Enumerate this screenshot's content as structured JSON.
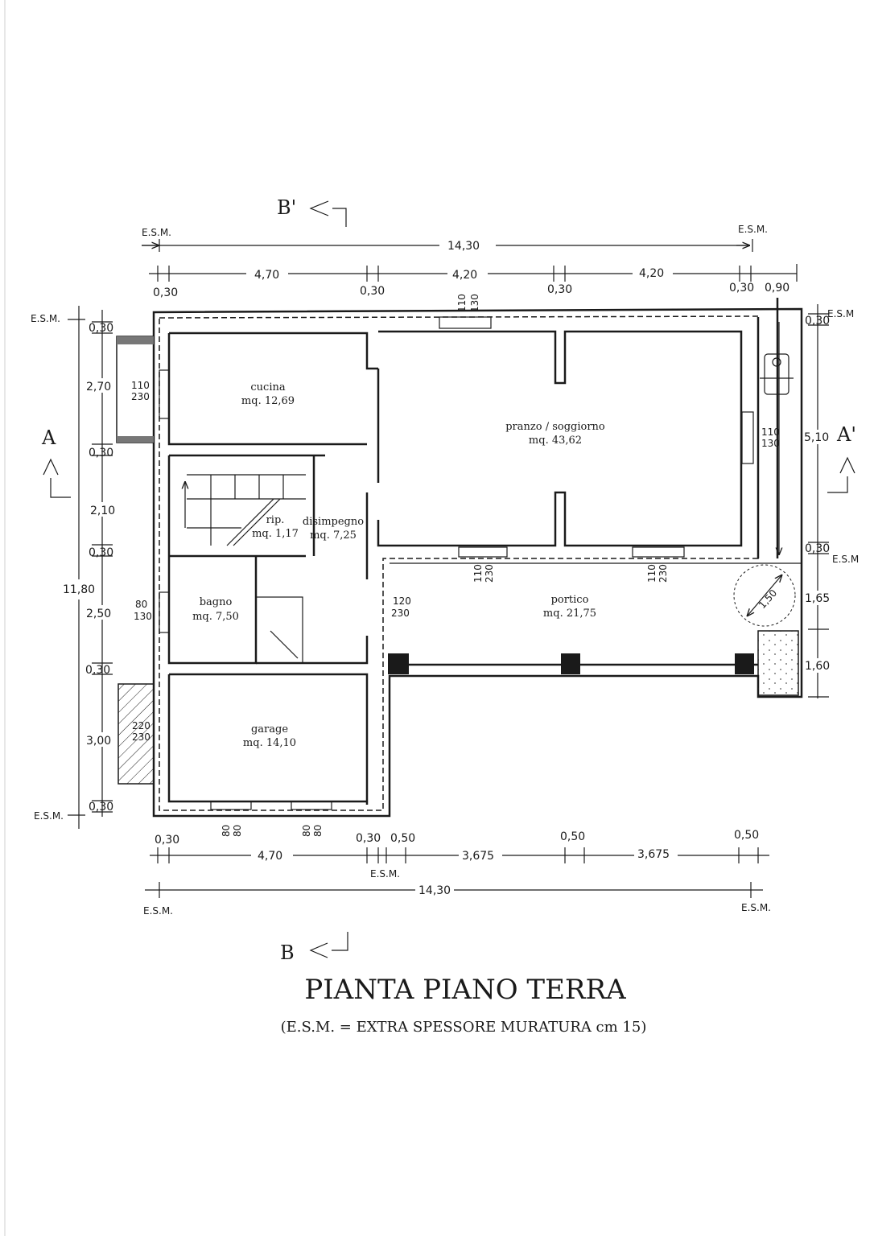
{
  "section_marks": {
    "b_prime": "B'",
    "b": "B",
    "a": "A",
    "a_prime": "A'"
  },
  "esm_labels": {
    "top_left": "E.S.M.",
    "top_right": "E.S.M.",
    "left_top": "E.S.M.",
    "left_bottom": "E.S.M.",
    "right_top": "E.S.M",
    "right_mid": "E.S.M",
    "bottom_mid": "E.S.M.",
    "bottom_left": "E.S.M.",
    "bottom_right": "E.S.M."
  },
  "top_dimensions": {
    "overall": "14,30",
    "wall_1": "0,30",
    "span_1": "4,70",
    "wall_2": "0,30",
    "span_2": "4,20",
    "wall_3": "0,30",
    "span_3": "4,20",
    "wall_4": "0,30",
    "ext": "0,90"
  },
  "left_dimensions": {
    "overall": "11,80",
    "w1": "0,30",
    "s1": "2,70",
    "w2": "0,30",
    "s2": "2,10",
    "w3": "0,30",
    "s3": "2,50",
    "w4": "0,30",
    "s4": "3,00",
    "w5": "0,30"
  },
  "right_dimensions": {
    "w1": "0,30",
    "s1": "5,10",
    "w2": "0,30",
    "s2": "1,65",
    "s3": "1,60"
  },
  "bottom_dimensions": {
    "w1": "0,30",
    "s1": "4,70",
    "w2": "0,30",
    "w3": "0,50",
    "s2": "3,675",
    "w4": "0,50",
    "s3": "3,675",
    "w5": "0,50",
    "overall": "14,30"
  },
  "rooms": {
    "cucina": {
      "name": "cucina",
      "area": "mq. 12,69"
    },
    "pranzo": {
      "name": "pranzo / soggiorno",
      "area": "mq. 43,62"
    },
    "rip": {
      "name": "rip.",
      "area": "mq. 1,17"
    },
    "disimpegno": {
      "name": "disimpegno",
      "area": "mq. 7,25"
    },
    "bagno": {
      "name": "bagno",
      "area": "mq. 7,50"
    },
    "portico": {
      "name": "portico",
      "area": "mq. 21,75"
    },
    "garage": {
      "name": "garage",
      "area": "mq. 14,10"
    }
  },
  "openings": {
    "top_window": [
      "110",
      "130"
    ],
    "cucina_window": [
      "110",
      "230"
    ],
    "pranzo_window": [
      "110",
      "130"
    ],
    "bagno_window": [
      "80",
      "130"
    ],
    "disimpegno_door": [
      "120",
      "230"
    ],
    "portico_door_1": [
      "110",
      "230"
    ],
    "portico_door_2": [
      "110",
      "230"
    ],
    "garage_door": [
      "220",
      "230"
    ],
    "garage_window_1": [
      "80",
      "80"
    ],
    "garage_window_2": [
      "80",
      "80"
    ]
  },
  "turning_circle": "1,50",
  "title": "PIANTA PIANO TERRA",
  "subtitle": "(E.S.M. = EXTRA SPESSORE MURATURA cm 15)"
}
